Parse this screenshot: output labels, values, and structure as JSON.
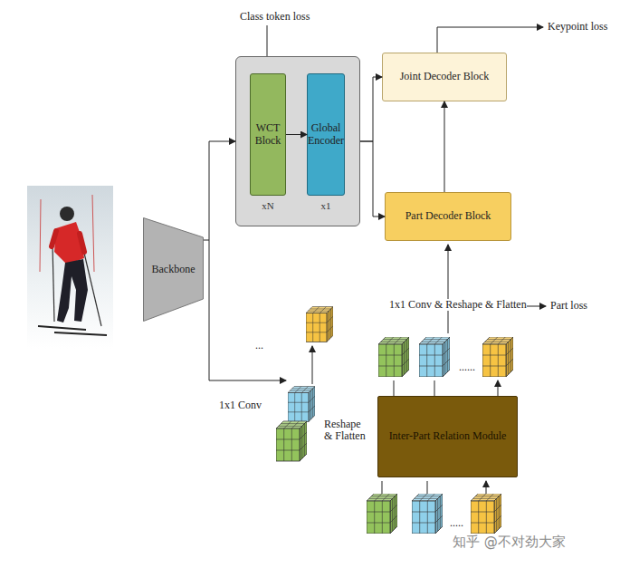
{
  "diagram": {
    "nodes": [
      {
        "text": [
          "Backbone"
        ]
      },
      {
        "text": []
      },
      {
        "text": [
          "WCT Block",
          "xN"
        ],
        "in": 1
      },
      {
        "text": [
          "Global Encoder",
          "x1"
        ],
        "in": 1
      },
      {
        "text": [
          "Joint Decoder Block"
        ]
      },
      {
        "text": [
          "Part Decoder Block"
        ]
      },
      {
        "text": [
          "Inter-Part Relation Module"
        ]
      }
    ],
    "edges": [
      {
        "from": 0,
        "to": 1,
        "arrow": "to"
      },
      {
        "from": 2,
        "to": 3,
        "arrow": "to"
      },
      {
        "from": 1,
        "to": 4,
        "arrow": "to"
      },
      {
        "from": 1,
        "to": 5,
        "arrow": "to"
      },
      {
        "from": 5,
        "to": 4,
        "arrow": "to"
      }
    ],
    "labels": [
      "Class token loss",
      "Keypoint loss",
      "1x1 Conv & Reshape & Flatten",
      "Part loss",
      "1x1 Conv",
      "Reshape & Flatten",
      "...",
      "......",
      ".....",
      "知乎 @不对劲大家"
    ]
  }
}
